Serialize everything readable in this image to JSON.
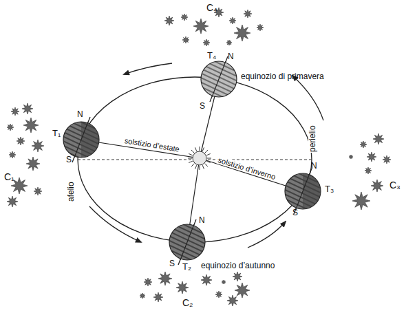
{
  "diagram": {
    "labels": [
      "C₄",
      "T₄",
      "N",
      "S",
      "equinozio di primavera",
      "C₁",
      "N",
      "T₁",
      "S",
      "afelio",
      "solstizio d’estate",
      "solstizio d’inverno",
      "perielio",
      "N",
      "T₃",
      "S",
      "C₃",
      "N",
      "S",
      "T₂",
      "equinozio d’autunno",
      "C₂"
    ]
  }
}
